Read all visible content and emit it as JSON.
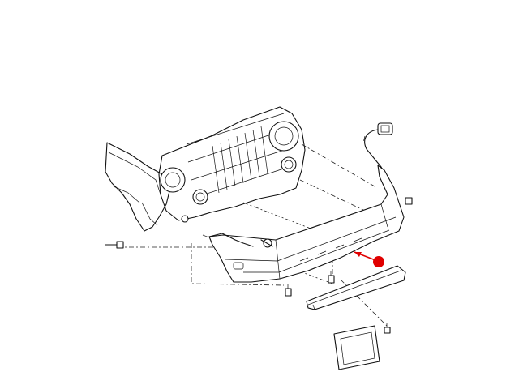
{
  "diagram": {
    "type": "exploded-parts-diagram",
    "labels": [],
    "callout": {
      "marker": "red-dot",
      "color": "#e00000",
      "points_to": "bumper-reinforcement-bar"
    },
    "parts": [
      "front-grille-frame",
      "fog-lamps",
      "bumper-fascia",
      "bumper-reinforcement-bar",
      "license-plate-bracket",
      "mounting-bolts",
      "wiring-connector"
    ]
  }
}
